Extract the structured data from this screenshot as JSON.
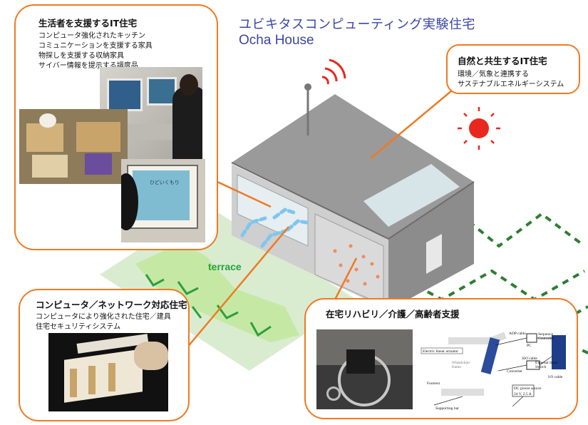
{
  "header": {
    "title_jp": "ユビキタスコンピューティング実験住宅",
    "title_en": "Ocha House"
  },
  "boxes": {
    "it_house": {
      "title": "生活者を支援するIT住宅",
      "lines": [
        "コンピュータ強化されたキッチン",
        "コミュニケーションを支援する家具",
        "物探しを支援する収納家具",
        "サイバー情報を提示する調度品"
      ]
    },
    "eco": {
      "title": "自然と共生するIT住宅",
      "lines": [
        "環境／気象と連携する",
        "サステナブルエネルギーシステム"
      ]
    },
    "network": {
      "title": "コンピュータ／ネットワーク対応住宅",
      "lines": [
        "コンピュータにより強化された住宅／建具",
        "住宅セキュリティシステム"
      ]
    },
    "rehab": {
      "title": "在宅リハビリ／介護／高齢者支援"
    }
  },
  "scene": {
    "terrace_label": "terrace"
  },
  "screen_text": "ひどいくもり",
  "diagram_labels": {
    "adp_cable": "ADP cable",
    "pc": "PC",
    "sequence_controller": "Sequence Controller",
    "electric_linear_actuator": "Electric linear actuator",
    "wheelchair_frame": "Wheelchair frame",
    "sio_cable": "SIO cable",
    "converter": "Converter",
    "external_input_switch": "External Input Switch",
    "io_cable": "I/O cable",
    "footrest": "Footrest",
    "dc_power_source": "DC power source",
    "dc_voltage": "24 V, 2.5 A",
    "supporting_bar": "Supporting bar"
  },
  "colors": {
    "title": "#3b46a3",
    "box_border": "#ef7a22",
    "terrace_text": "#26a23b",
    "sun": "#e8281e",
    "house_roof": "#9a9a9a",
    "arrow": "#7ec6f0"
  }
}
